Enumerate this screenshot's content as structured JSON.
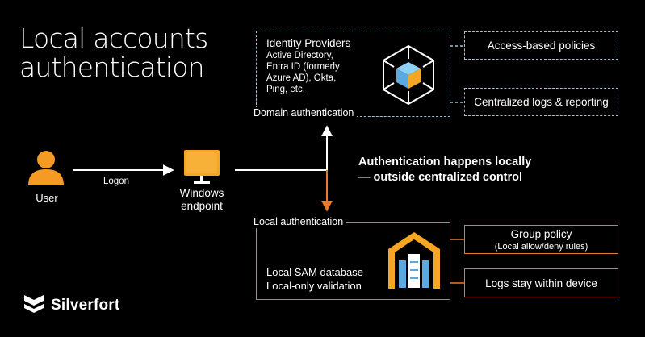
{
  "title": {
    "line1": "Local accounts",
    "line2": "authentication"
  },
  "identity_providers": {
    "title": "Identity Providers",
    "items": [
      "Active Directory,",
      "Entra ID (formerly",
      "Azure AD), Okta,",
      "Ping, etc."
    ],
    "caption": "Domain authentication"
  },
  "right_top": {
    "access_policies": "Access-based policies",
    "central_logs": "Centralized logs & reporting"
  },
  "flow": {
    "user_label": "User",
    "logon_label": "Logon",
    "windows_label_line1": "Windows",
    "windows_label_line2": "endpoint"
  },
  "callout": {
    "line1": "Authentication happens locally",
    "line2": "— outside centralized control"
  },
  "local": {
    "caption": "Local authentication",
    "line1": "Local SAM database",
    "line2": "Local-only validation"
  },
  "right_bottom": {
    "group_policy": "Group policy",
    "group_policy_sub": "(Local allow/deny rules)",
    "logs_device": "Logs stay within device"
  },
  "brand": {
    "name": "Silverfort"
  },
  "colors": {
    "background": "#000000",
    "orange": "#e77a2c",
    "user_orange": "#f59a23",
    "dashed_blue": "#9ec3d6",
    "cube_blue": "#5aa9e0",
    "cube_orange": "#f5a623"
  }
}
